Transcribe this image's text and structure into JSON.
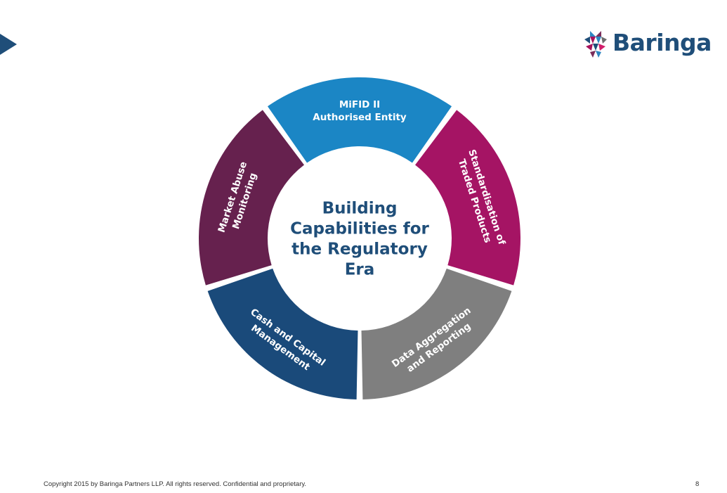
{
  "brand": {
    "name": "Baringa",
    "color": "#1f4e79",
    "mark_colors": [
      "#1f4e79",
      "#2e86c1",
      "#a8125c",
      "#7b2d5a",
      "#6d6d6d",
      "#d21f6b"
    ]
  },
  "diagram": {
    "title_lines": [
      "Building",
      "Capabilities for",
      "the Regulatory",
      "Era"
    ],
    "segments": [
      {
        "lines": [
          "MiFID II",
          "Authorised Entity"
        ],
        "color": "#1b86c5"
      },
      {
        "lines": [
          "Standardisation of",
          "Traded Products"
        ],
        "color": "#a51464"
      },
      {
        "lines": [
          "Data Aggregation",
          "and Reporting"
        ],
        "color": "#7f7f7f"
      },
      {
        "lines": [
          "Cash and Capital",
          "Management"
        ],
        "color": "#1a4a7a"
      },
      {
        "lines": [
          "Market Abuse",
          "Monitoring"
        ],
        "color": "#66214e"
      }
    ]
  },
  "footer": {
    "copyright": "Copyright 2015 by Baringa Partners LLP. All rights reserved. Confidential and proprietary.",
    "page_number": "8"
  }
}
